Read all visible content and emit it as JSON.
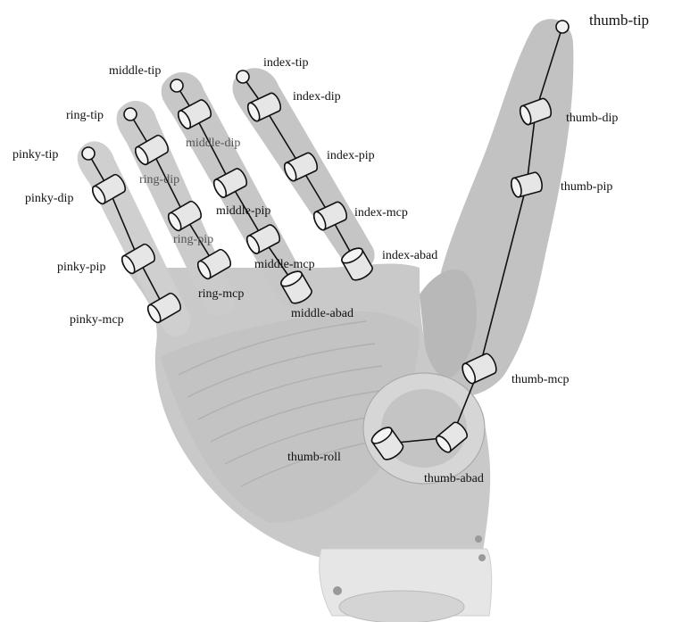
{
  "labels": {
    "thumb_tip": "thumb-tip",
    "thumb_dip": "thumb-dip",
    "thumb_pip": "thumb-pip",
    "thumb_mcp": "thumb-mcp",
    "thumb_roll": "thumb-roll",
    "thumb_abad": "thumb-abad",
    "index_tip": "index-tip",
    "index_dip": "index-dip",
    "index_pip": "index-pip",
    "index_mcp": "index-mcp",
    "index_abad": "index-abad",
    "middle_tip": "middle-tip",
    "middle_dip": "middle-dip",
    "middle_pip": "middle-pip",
    "middle_mcp": "middle-mcp",
    "middle_abad": "middle-abad",
    "ring_tip": "ring-tip",
    "ring_dip": "ring-dip",
    "ring_pip": "ring-pip",
    "ring_mcp": "ring-mcp",
    "pinky_tip": "pinky-tip",
    "pinky_dip": "pinky-dip",
    "pinky_pip": "pinky-pip",
    "pinky_mcp": "pinky-mcp"
  },
  "colors": {
    "hand_body": "#c9c9c9",
    "hand_shadow": "#b3b3b3",
    "wrist_ring": "#e3e3e3",
    "outline": "#111111"
  }
}
